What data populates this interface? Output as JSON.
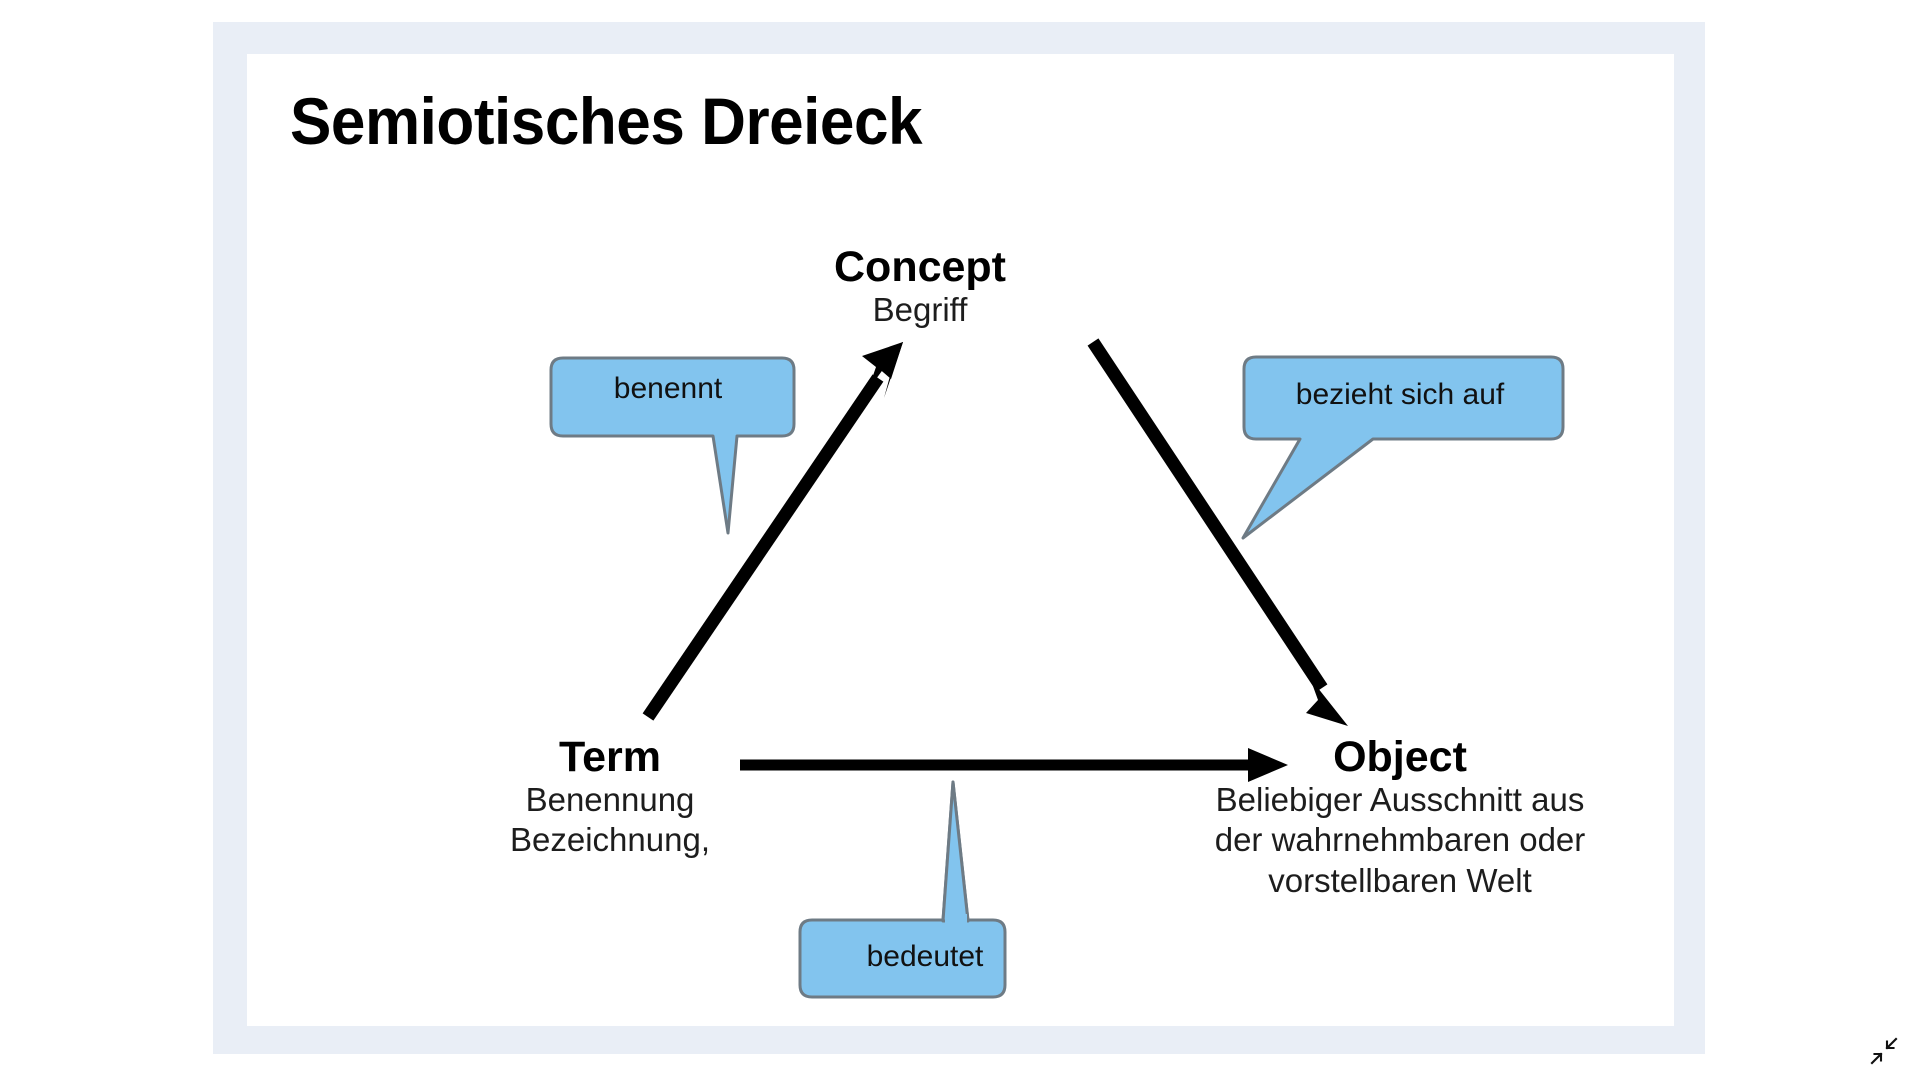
{
  "diagram": {
    "title": "Semiotisches Dreieck",
    "frame_color": "#e9eef6",
    "canvas_color": "#ffffff",
    "callout_fill": "#82c4ee",
    "callout_border": "#6e7b85",
    "arrow_color": "#000000",
    "nodes": [
      {
        "id": "concept",
        "title": "Concept",
        "subtitle_lines": [
          "Begriff"
        ]
      },
      {
        "id": "term",
        "title": "Term",
        "subtitle_lines": [
          "Benennung",
          "Bezeichnung,"
        ]
      },
      {
        "id": "object",
        "title": "Object",
        "subtitle_lines": [
          "Beliebiger Ausschnitt aus",
          "der wahrnehmbaren oder",
          "vorstellbaren Welt"
        ]
      }
    ],
    "edges": [
      {
        "id": "term-to-concept",
        "label": "benennt",
        "from": "Term",
        "to": "Concept"
      },
      {
        "id": "concept-to-object",
        "label": "bezieht sich auf",
        "from": "Concept",
        "to": "Object"
      },
      {
        "id": "term-to-object",
        "label": "bedeutet",
        "from": "Term",
        "to": "Object"
      }
    ]
  },
  "controls": {
    "collapse_icon": "collapse-arrows-icon"
  }
}
